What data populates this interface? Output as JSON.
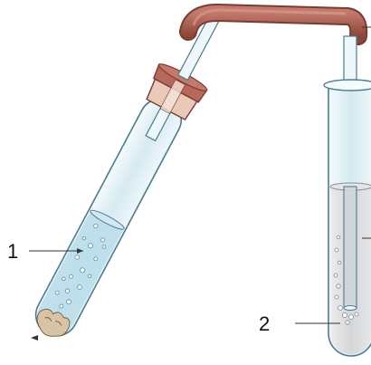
{
  "diagram": {
    "labels": [
      {
        "id": "label-1",
        "text": "1"
      },
      {
        "id": "label-2",
        "text": "2"
      }
    ],
    "colors": {
      "rubber": "#a45a4e",
      "rubber_dark": "#7a3b31",
      "glass": "#dcecf2",
      "glass_edge": "#4a7b8e",
      "liquid_left": "#b9dcea",
      "liquid_right": "#d9dadb",
      "solid": "#d8c3a5",
      "line": "#333333"
    }
  }
}
